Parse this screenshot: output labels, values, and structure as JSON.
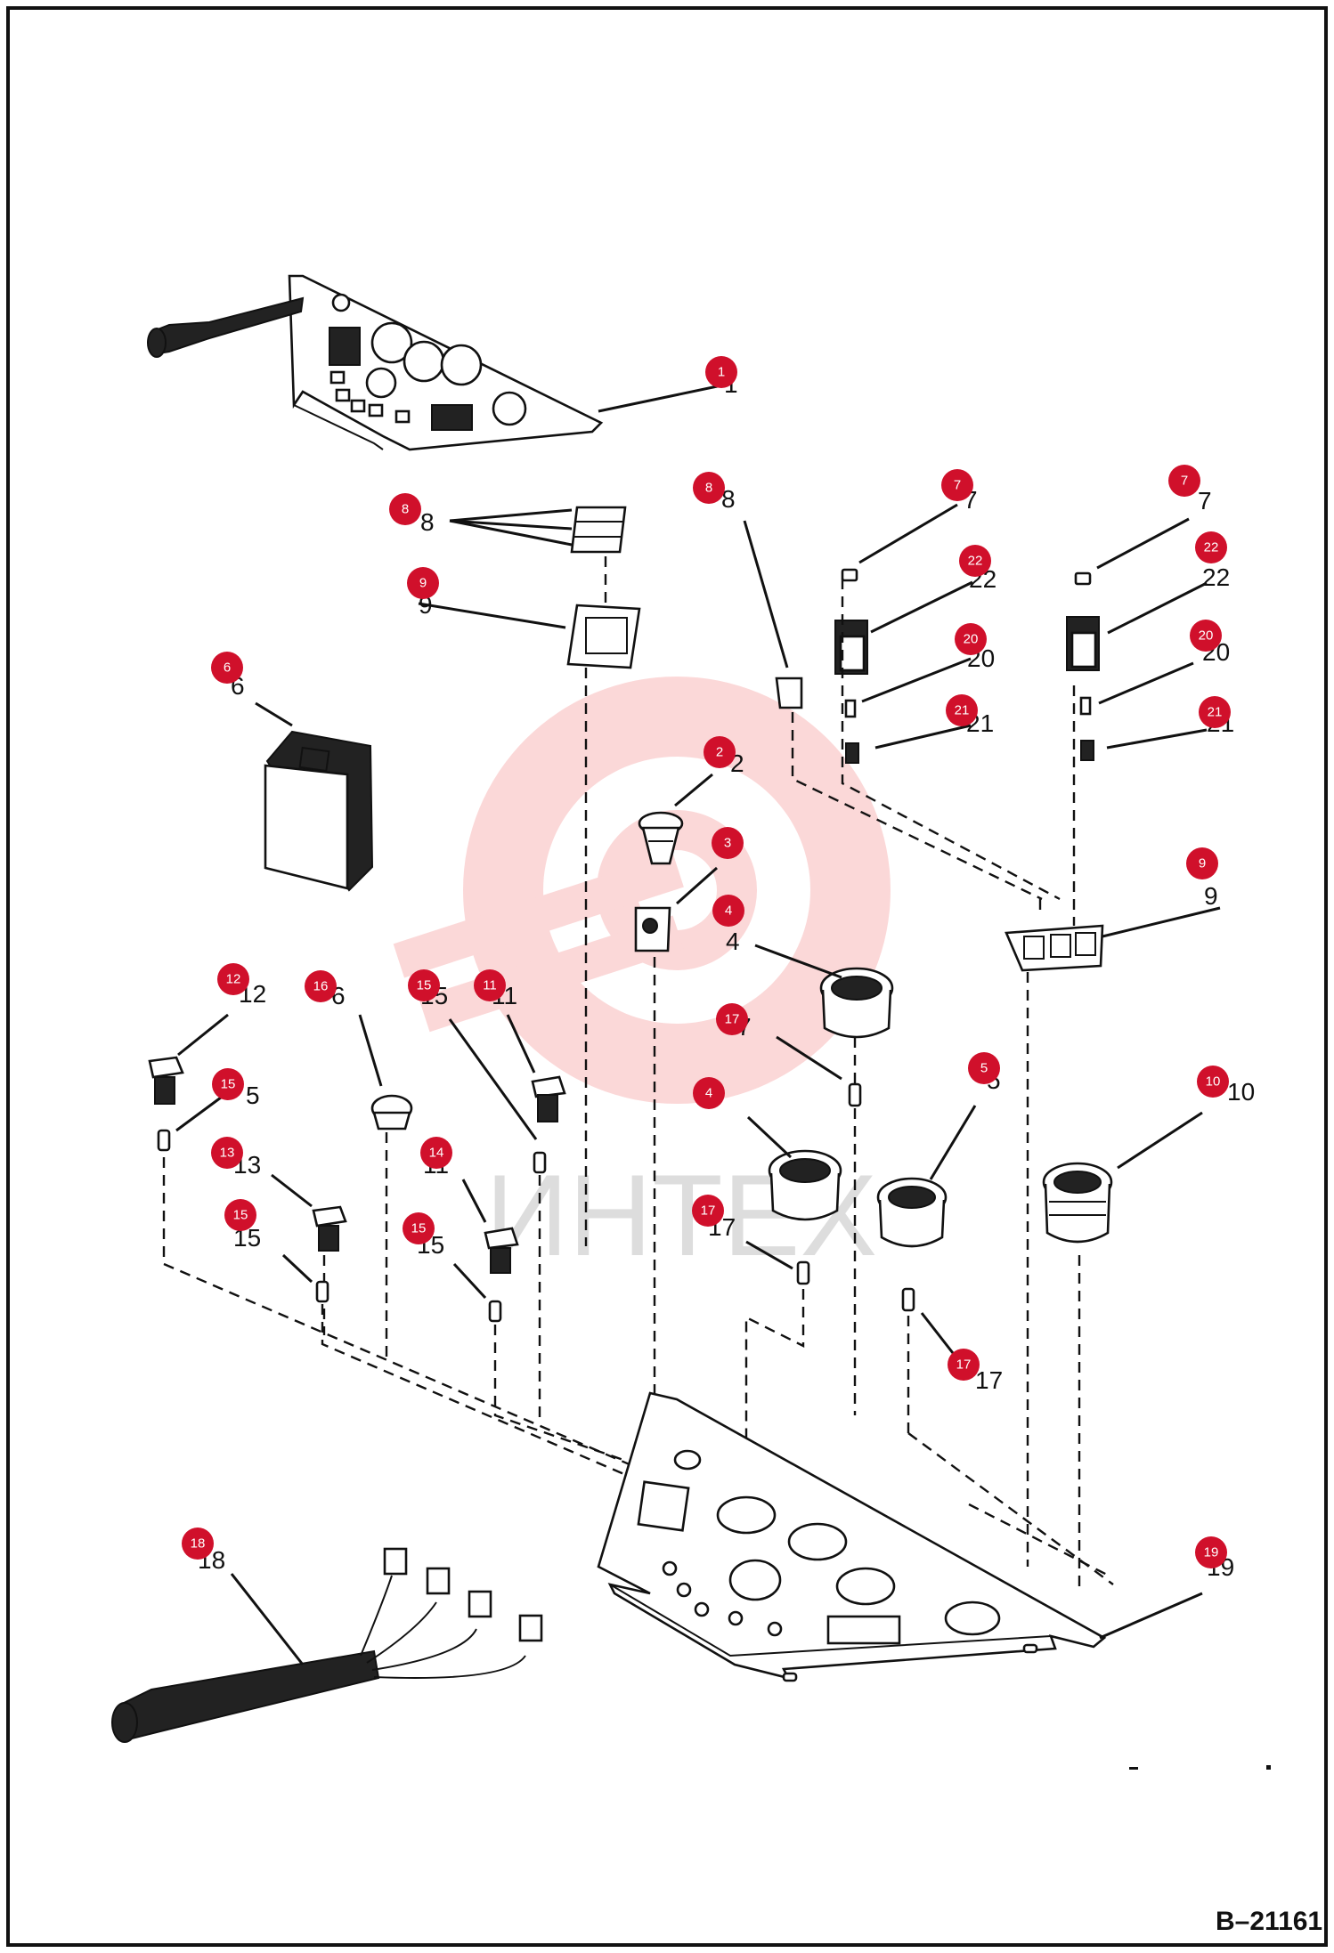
{
  "figure_id": "B–21161",
  "watermark_text": "ИНТЕХ",
  "colors": {
    "callout": "#d0102b",
    "line": "#111111",
    "watermark": "#f08080"
  },
  "callouts": [
    {
      "id": "c1",
      "label": "1"
    },
    {
      "id": "c8a",
      "label": "8"
    },
    {
      "id": "c9a",
      "label": "9"
    },
    {
      "id": "c8b",
      "label": "8"
    },
    {
      "id": "c7a",
      "label": "7"
    },
    {
      "id": "c7b",
      "label": "7"
    },
    {
      "id": "c22a",
      "label": "22"
    },
    {
      "id": "c22b",
      "label": "22"
    },
    {
      "id": "c20a",
      "label": "20"
    },
    {
      "id": "c20b",
      "label": "20"
    },
    {
      "id": "c21a",
      "label": "21"
    },
    {
      "id": "c21b",
      "label": "21"
    },
    {
      "id": "c6",
      "label": "6"
    },
    {
      "id": "c2",
      "label": "2"
    },
    {
      "id": "c3",
      "label": "3"
    },
    {
      "id": "c4a",
      "label": "4"
    },
    {
      "id": "c9b",
      "label": "9"
    },
    {
      "id": "c12",
      "label": "12"
    },
    {
      "id": "c16",
      "label": "16"
    },
    {
      "id": "c15a",
      "label": "15"
    },
    {
      "id": "c11",
      "label": "11"
    },
    {
      "id": "c17a",
      "label": "17"
    },
    {
      "id": "c15b",
      "label": "15"
    },
    {
      "id": "c4b",
      "label": "4"
    },
    {
      "id": "c5",
      "label": "5"
    },
    {
      "id": "c10",
      "label": "10"
    },
    {
      "id": "c13",
      "label": "13"
    },
    {
      "id": "c14",
      "label": "14"
    },
    {
      "id": "c15c",
      "label": "15"
    },
    {
      "id": "c15d",
      "label": "15"
    },
    {
      "id": "c17b",
      "label": "17"
    },
    {
      "id": "c17c",
      "label": "17"
    },
    {
      "id": "c18",
      "label": "18"
    },
    {
      "id": "c19",
      "label": "19"
    }
  ],
  "printed_numbers": [
    {
      "id": "p1",
      "text": "1"
    },
    {
      "id": "p8a",
      "text": "8"
    },
    {
      "id": "p9a",
      "text": "9"
    },
    {
      "id": "p8b",
      "text": "8"
    },
    {
      "id": "p7a",
      "text": "7"
    },
    {
      "id": "p7b",
      "text": "7"
    },
    {
      "id": "p22a",
      "text": "22"
    },
    {
      "id": "p22b",
      "text": "22"
    },
    {
      "id": "p20a",
      "text": "20"
    },
    {
      "id": "p20b",
      "text": "20"
    },
    {
      "id": "p21a",
      "text": "21"
    },
    {
      "id": "p21b",
      "text": "21"
    },
    {
      "id": "p6",
      "text": "6"
    },
    {
      "id": "p2",
      "text": "2"
    },
    {
      "id": "p4a",
      "text": "4"
    },
    {
      "id": "p9b",
      "text": "9"
    },
    {
      "id": "p12",
      "text": "12"
    },
    {
      "id": "p16",
      "text": "6"
    },
    {
      "id": "p15a",
      "text": "15"
    },
    {
      "id": "p11",
      "text": "11"
    },
    {
      "id": "p17a",
      "text": "7"
    },
    {
      "id": "p15b",
      "text": "5"
    },
    {
      "id": "p5",
      "text": "5"
    },
    {
      "id": "p10",
      "text": "10"
    },
    {
      "id": "p13",
      "text": "13"
    },
    {
      "id": "p14",
      "text": "11"
    },
    {
      "id": "p15c",
      "text": "15"
    },
    {
      "id": "p15d",
      "text": "15"
    },
    {
      "id": "p17b",
      "text": "17"
    },
    {
      "id": "p17c",
      "text": "17"
    },
    {
      "id": "p18",
      "text": "18"
    },
    {
      "id": "p19",
      "text": "19"
    }
  ]
}
